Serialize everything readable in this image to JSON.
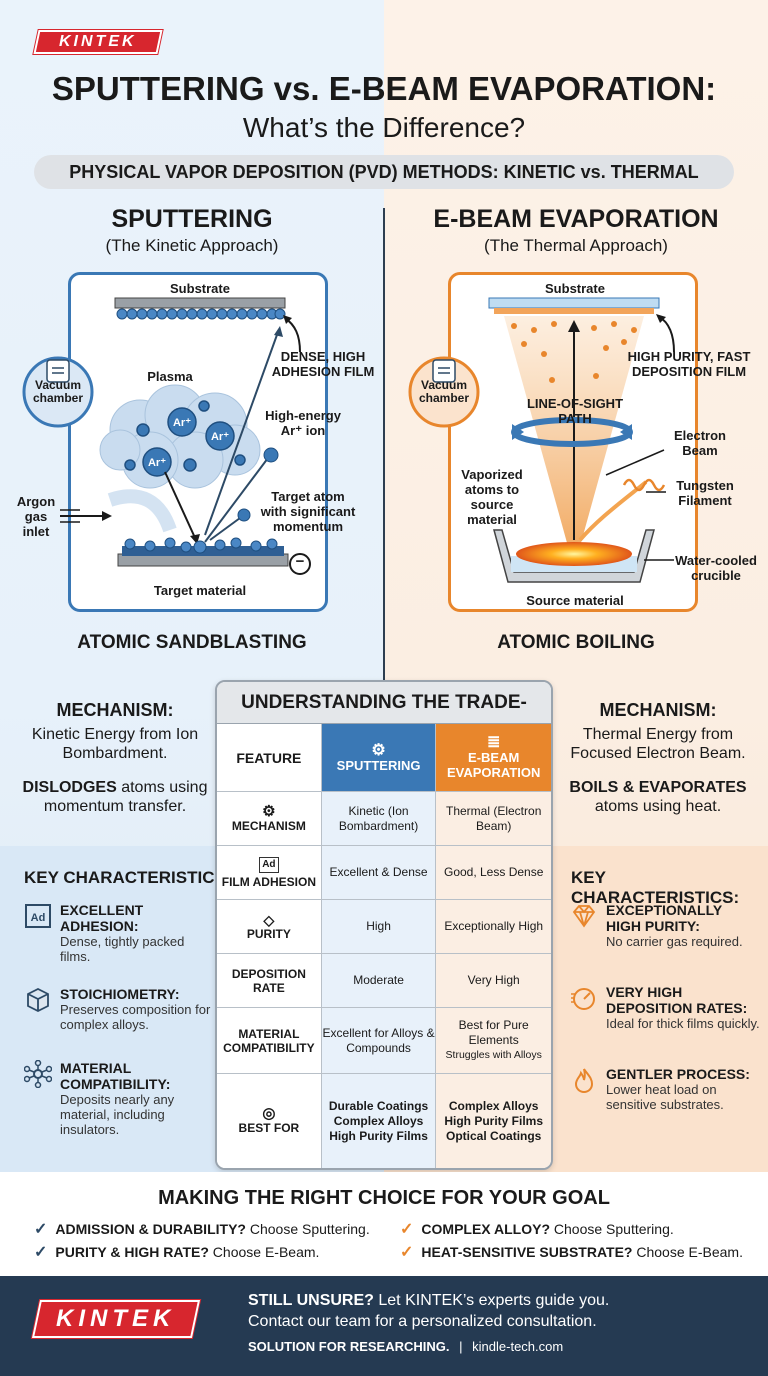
{
  "brand": {
    "name": "KINTEK",
    "color": "#d7262e"
  },
  "header": {
    "title": "SPUTTERING vs. E-BEAM EVAPORATION:",
    "subtitle": "What’s the Difference?",
    "banner": "PHYSICAL VAPOR DEPOSITION (PVD) METHODS: KINETIC vs. THERMAL"
  },
  "left": {
    "heading": "SPUTTERING",
    "subheading": "(The Kinetic Approach)",
    "accent": "#3a78b5",
    "diagram": {
      "substrate": "Substrate",
      "film": "DENSE, HIGH ADHESION FILM",
      "chamber": "Vacuum chamber",
      "plasma": "Plasma",
      "ion_symbol": "Ar⁺",
      "ion_label": "High-energy Ar⁺ ion",
      "gas": "Argon gas inlet",
      "target_atom": "Target atom with significant momentum",
      "target": "Target material",
      "minus": "−"
    },
    "nickname": "ATOMIC SANDBLASTING",
    "mechanism": {
      "heading": "MECHANISM:",
      "text": "Kinetic Energy from Ion Bombardment.",
      "emph": "DISLODGES",
      "rest": " atoms using momentum transfer."
    },
    "key": {
      "heading": "KEY CHARACTERISTICS:",
      "items": [
        {
          "icon": "ad-icon",
          "title": "EXCELLENT ADHESION:",
          "text": "Dense, tightly packed films."
        },
        {
          "icon": "cube-icon",
          "title": "STOICHIOMETRY:",
          "text": "Preserves composition for complex alloys."
        },
        {
          "icon": "network-icon",
          "title": "MATERIAL COMPATIBILITY:",
          "text": "Deposits nearly any material, including insulators."
        }
      ]
    }
  },
  "right": {
    "heading": "E-BEAM EVAPORATION",
    "subheading": "(The Thermal Approach)",
    "accent": "#e8862c",
    "diagram": {
      "substrate": "Substrate",
      "film": "HIGH PURITY, FAST DEPOSITION FILM",
      "chamber": "Vacuum chamber",
      "path": "LINE-OF-SIGHT PATH",
      "beam": "Electron Beam",
      "vapor": "Vaporized atoms to source material",
      "filament": "Tungsten Filament",
      "crucible": "Water-cooled crucible",
      "source": "Source material"
    },
    "nickname": "ATOMIC BOILING",
    "mechanism": {
      "heading": "MECHANISM:",
      "text": "Thermal Energy from Focused Electron Beam.",
      "emph": "BOILS & EVAPORATES",
      "rest": " atoms using heat."
    },
    "key": {
      "heading": "KEY CHARACTERISTICS:",
      "items": [
        {
          "icon": "diamond-icon",
          "title": "EXCEPTIONALLY HIGH PURITY:",
          "text": "No carrier gas required."
        },
        {
          "icon": "gauge-icon",
          "title": "VERY HIGH DEPOSITION RATES:",
          "text": "Ideal for thick films quickly."
        },
        {
          "icon": "flame-icon",
          "title": "GENTLER PROCESS:",
          "text": "Lower heat load on sensitive substrates."
        }
      ]
    }
  },
  "table": {
    "title": "UNDERSTANDING THE TRADE-OFFS",
    "columns": [
      "FEATURE",
      "SPUTTERING",
      "E-BEAM EVAPORATION"
    ],
    "rows": [
      {
        "feature": "MECHANISM",
        "icon": "gear-icon",
        "sputter": "Kinetic (Ion Bombardment)",
        "ebeam": "Thermal (Electron Beam)"
      },
      {
        "feature": "FILM ADHESION",
        "icon": "ad-icon",
        "sputter": "Excellent & Dense",
        "ebeam": "Good, Less Dense"
      },
      {
        "feature": "PURITY",
        "icon": "diamond-icon",
        "sputter": "High",
        "ebeam": "Exceptionally High"
      },
      {
        "feature": "DEPOSITION RATE",
        "icon": "",
        "sputter": "Moderate",
        "ebeam": "Very High"
      },
      {
        "feature": "MATERIAL COMPATIBILITY",
        "icon": "",
        "sputter": "Excellent for Alloys & Compounds",
        "ebeam": "Best for Pure Elements",
        "ebeam_note": "Struggles with Alloys"
      },
      {
        "feature": "BEST FOR",
        "icon": "target-icon",
        "sputter": "Durable Coatings Complex Alloys High Purity Films",
        "ebeam": "Complex Alloys High Purity Films Optical Coatings"
      }
    ]
  },
  "goals": {
    "heading": "MAKING THE RIGHT CHOICE FOR YOUR GOAL",
    "items": [
      {
        "bold": "ADMISSION & DURABILITY?",
        "text": " Choose Sputtering.",
        "color": "#2d4a66"
      },
      {
        "bold": "COMPLEX ALLOY?",
        "text": " Choose Sputtering.",
        "color": "#e8862c"
      },
      {
        "bold": "PURITY & HIGH RATE?",
        "text": " Choose E-Beam.",
        "color": "#2d4a66"
      },
      {
        "bold": "HEAT-SENSITIVE SUBSTRATE?",
        "text": " Choose E-Beam.",
        "color": "#e8862c"
      }
    ]
  },
  "footer": {
    "line1_bold": "STILL UNSURE?",
    "line1": " Let KINTEK’s experts guide you.",
    "line2": "Contact our team for a personalized consultation.",
    "tagline": "SOLUTION FOR RESEARCHING.",
    "sep": "|",
    "site": "kindle-tech.com"
  }
}
